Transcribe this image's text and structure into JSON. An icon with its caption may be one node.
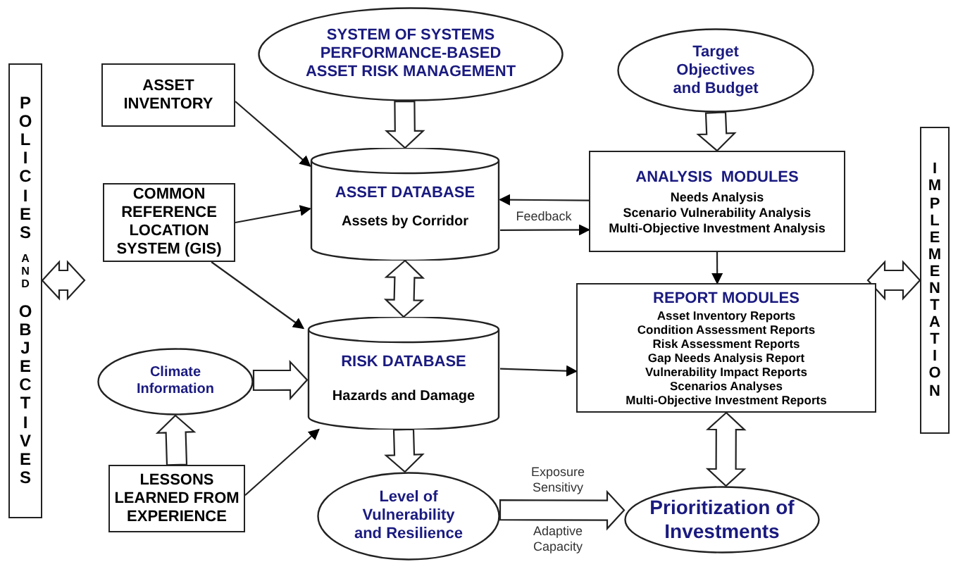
{
  "diagram": {
    "nodes": [
      {
        "text": [
          "POLICIES",
          "AND",
          "OBJECTIVES"
        ]
      },
      {
        "text": [
          "ASSET INVENTORY"
        ]
      },
      {
        "text": [
          "COMMON REFERENCE LOCATION SYSTEM (GIS)"
        ]
      },
      {
        "text": [
          "SYSTEM OF SYSTEMS PERFORMANCE-BASED ASSET RISK MANAGEMENT"
        ]
      },
      {
        "text": [
          "ASSET DATABASE",
          "Assets by Corridor"
        ]
      },
      {
        "text": [
          "Target Objectives and Budget"
        ]
      },
      {
        "text": [
          "ANALYSIS  MODULES",
          "Needs Analysis",
          "Scenario Vulnerability Analysis",
          "Multi-Objective Investment Analysis"
        ]
      },
      {
        "text": [
          "IMPLEMENTATION"
        ]
      },
      {
        "text": [
          "RISK DATABASE",
          "Hazards and Damage"
        ]
      },
      {
        "text": [
          "REPORT MODULES",
          "Asset Inventory Reports",
          "Condition Assessment Reports",
          "Risk Assessment Reports",
          "Gap Needs Analysis Report",
          "Vulnerability Impact Reports",
          "Scenarios Analyses",
          "Multi-Objective Investment Reports"
        ]
      },
      {
        "text": [
          "Climate Information"
        ]
      },
      {
        "text": [
          "LESSONS LEARNED FROM EXPERIENCE"
        ]
      },
      {
        "text": [
          "Level of Vulnerability and Resilience"
        ]
      },
      {
        "text": [
          "Prioritization of Investments"
        ]
      }
    ],
    "edges": [
      {
        "from": 1,
        "to": 4,
        "arrow": "to"
      },
      {
        "from": 2,
        "to": 4,
        "arrow": "to"
      },
      {
        "from": 2,
        "to": 8,
        "arrow": "to"
      },
      {
        "from": 3,
        "to": 4,
        "arrow": "to",
        "style": "thick"
      },
      {
        "from": 4,
        "to": 8,
        "arrow": "both",
        "style": "thick"
      },
      {
        "from": 5,
        "to": 6,
        "arrow": "to",
        "style": "thick"
      },
      {
        "from": 6,
        "to": 4,
        "arrow": "to",
        "label": "Feedback"
      },
      {
        "from": 4,
        "to": 6,
        "arrow": "to"
      },
      {
        "from": 6,
        "to": 9,
        "arrow": "to"
      },
      {
        "from": 8,
        "to": 9,
        "arrow": "to"
      },
      {
        "from": 0,
        "to": null,
        "arrow": "both",
        "style": "thick"
      },
      {
        "from": null,
        "to": 7,
        "arrow": "both",
        "style": "thick"
      },
      {
        "from": 10,
        "to": 8,
        "arrow": "to",
        "style": "thick"
      },
      {
        "from": 11,
        "to": 10,
        "arrow": "to",
        "style": "thick"
      },
      {
        "from": 11,
        "to": 8,
        "arrow": "to"
      },
      {
        "from": 8,
        "to": 12,
        "arrow": "to",
        "style": "thick"
      },
      {
        "from": 9,
        "to": 13,
        "arrow": "both",
        "style": "thick"
      },
      {
        "from": 12,
        "to": 13,
        "arrow": "to",
        "style": "thick",
        "label": "Exposure Sensitivy"
      }
    ],
    "labels": [
      "Adaptive Capacity"
    ]
  }
}
